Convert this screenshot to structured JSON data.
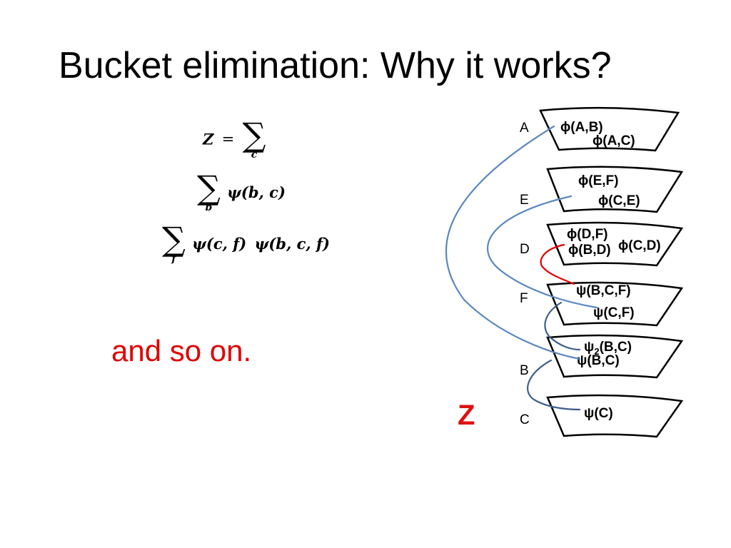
{
  "title": "Bucket elimination: Why it works?",
  "formula": {
    "line1_lhs": "Z",
    "line1_eq": "=",
    "line1_sum_sub": "c",
    "line2_sum_sub": "b",
    "line2_term": "ψ(b, c)",
    "line3_sum_sub": "f",
    "line3_term1": "ψ(c, f)",
    "line3_term2": "ψ(b, c, f)"
  },
  "caption": "and so on.",
  "result_label": "Z",
  "buckets": [
    {
      "variable": "A",
      "functions": [
        "ϕ(A,B)",
        "ϕ(A,C)"
      ]
    },
    {
      "variable": "E",
      "functions": [
        "ϕ(E,F)",
        "ϕ(C,E)"
      ]
    },
    {
      "variable": "D",
      "functions": [
        "ϕ(D,F)",
        "ϕ(B,D)",
        "ϕ(C,D)"
      ]
    },
    {
      "variable": "F",
      "functions": [
        "ψ(B,C,F)",
        "ψ(C,F)"
      ]
    },
    {
      "variable": "B",
      "functions": [
        "ψ2(B,C)",
        "ψ(B,C)"
      ]
    },
    {
      "variable": "C",
      "functions": [
        "ψ(C)"
      ]
    }
  ],
  "colors": {
    "arrow_blue": "#5b87c0",
    "arrow_dark": "#3f5f8a",
    "arrow_red": "#e00000",
    "accent_red": "#e00000"
  }
}
